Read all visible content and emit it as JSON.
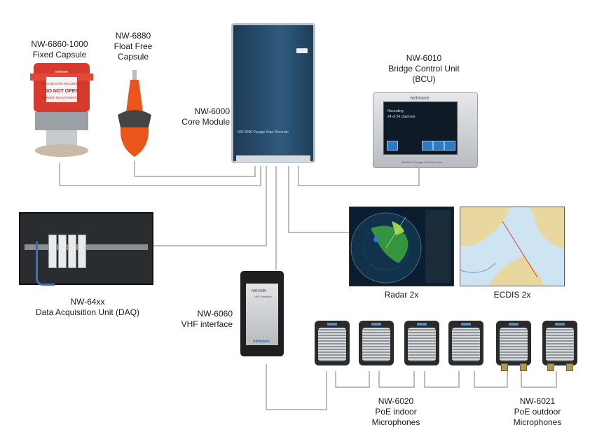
{
  "labels": {
    "fixed_capsule": {
      "model": "NW-6860-1000",
      "name": "Fixed Capsule"
    },
    "float_free": {
      "model": "NW-6880",
      "name1": "Float Free",
      "name2": "Capsule"
    },
    "core": {
      "model": "NW-6000",
      "name": "Core Module"
    },
    "bcu": {
      "model": "NW-6010",
      "name": "Bridge Control Unit",
      "abbr": "(BCU)"
    },
    "daq": {
      "model": "NW-64xx",
      "name": "Data Acquisition Unit (DAQ)"
    },
    "vhf": {
      "model": "NW-6060",
      "name": "VHF interface"
    },
    "radar": "Radar 2x",
    "ecdis": "ECDIS 2x",
    "indoor_mics": {
      "model": "NW-6020",
      "name1": "PoE indoor",
      "name2": "Microphones"
    },
    "outdoor_mics": {
      "model": "NW-6021",
      "name1": "PoE outdoor",
      "name2": "Microphones"
    }
  },
  "device_text": {
    "capsule_header": "VOYAGE DATA RECORDER",
    "capsule_warning1": "DO NOT OPEN",
    "capsule_warning2": "REPORT TO AUTHORITIES",
    "capsule_brand": "netwave",
    "core_model_text": "NW-6000 Voyage Data Recorder",
    "bcu_brand": "netwave",
    "bcu_status1": "Recording",
    "bcu_status2": "24 of 24 channels",
    "bcu_footer": "NW-6010 Voyage Data Recorder",
    "vhf_model": "NW-6060",
    "vhf_sub": "VHF Interface",
    "vhf_brand": "netwave"
  },
  "colors": {
    "line": "#7a7a7a",
    "capsule_red": "#d63a2c",
    "float_orange": "#e8561c",
    "core_blue": "#2b5272"
  }
}
